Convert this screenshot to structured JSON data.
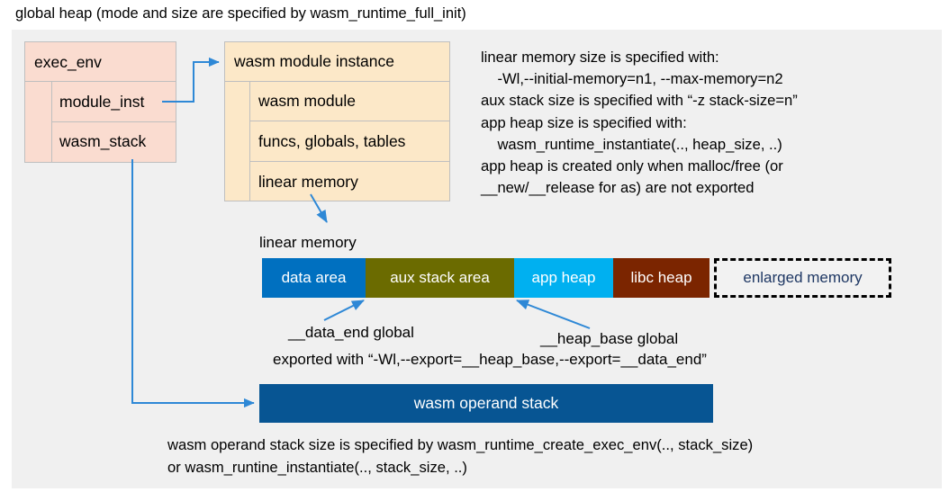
{
  "caption": "global heap (mode and size are specified by wasm_runtime_full_init)",
  "exec_env": {
    "title": "exec_env",
    "fields": [
      {
        "label": "module_inst"
      },
      {
        "label": "wasm_stack"
      }
    ]
  },
  "module_instance": {
    "title": "wasm module instance",
    "fields": [
      {
        "label": "wasm module"
      },
      {
        "label": "funcs, globals, tables"
      },
      {
        "label": "linear memory"
      }
    ]
  },
  "notes": {
    "right_block": "linear memory size is specified with:\n    -Wl,--initial-memory=n1, --max-memory=n2\naux stack size is specified with “-z stack-size=n”\napp heap size is specified with:\n    wasm_runtime_instantiate(.., heap_size, ..)\napp heap is created only when malloc/free (or\n__new/__release for as) are not exported",
    "bottom_block": "wasm operand stack size is specified by wasm_runtime_create_exec_env(.., stack_size)\nor wasm_runtine_instantiate(.., stack_size, ..)"
  },
  "linear_memory": {
    "title": "linear memory",
    "segments": [
      {
        "label": "data area",
        "color": "#0070c0"
      },
      {
        "label": "aux stack area",
        "color": "#6b6b00"
      },
      {
        "label": "app heap",
        "color": "#00b0f0"
      },
      {
        "label": "libc heap",
        "color": "#7b2500"
      },
      {
        "label": "enlarged memory",
        "color": "#f2f2f2"
      }
    ]
  },
  "annotations": {
    "data_end": "__data_end global",
    "heap_base": "__heap_base global",
    "exported_with": "exported with “-Wl,--export=__heap_base,--export=__data_end”"
  },
  "operand_stack": {
    "label": "wasm operand stack",
    "color": "#075593"
  },
  "colors": {
    "panel_bg": "#f0f0f0",
    "pink": "#fadcd0",
    "peach": "#fce8c8",
    "arrow": "#2e88d6",
    "border": "#bfbfbf"
  }
}
